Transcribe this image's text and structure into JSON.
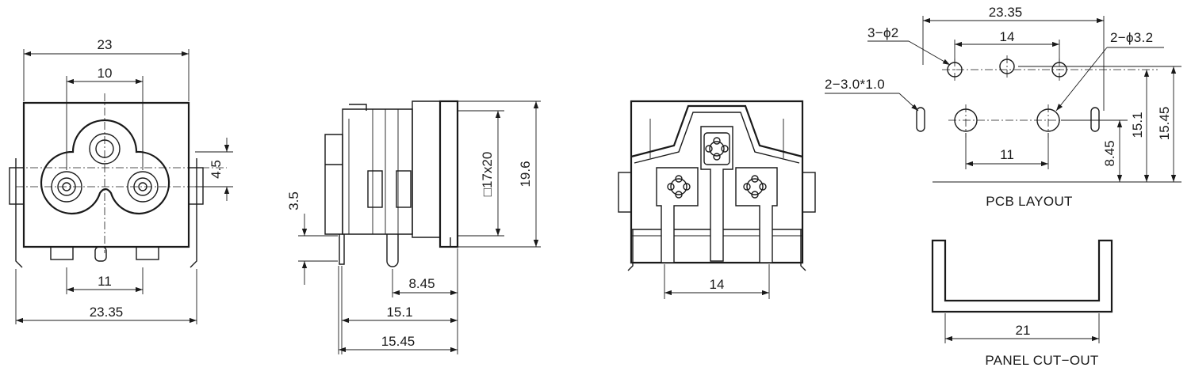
{
  "front_view": {
    "dim_overall_width": "23",
    "dim_top_spacing": "10",
    "dim_vertical_offset": "4.5",
    "dim_pin_spacing": "11",
    "dim_pin_outer": "23.35"
  },
  "side_view": {
    "dim_pin_height": "3.5",
    "dim_window": "□17x20",
    "dim_height": "19.6",
    "dim_pin_to_face": "8.45",
    "dim_pin_depth": "15.1",
    "dim_overall_depth": "15.45"
  },
  "rear_view": {
    "dim_pin_spacing": "14"
  },
  "pcb_layout": {
    "title": "PCB LAYOUT",
    "dim_outer_width": "23.35",
    "dim_top_holes": "14",
    "label_small_holes": "3−ϕ2",
    "label_large_holes": "2−ϕ3.2",
    "label_slots": "2−3.0*1.0",
    "dim_large_spacing": "11",
    "dim_row_offset": "8.45",
    "dim_row_height": "15.1",
    "dim_total_height": "15.45"
  },
  "panel_cutout": {
    "title": "PANEL CUT−OUT",
    "dim_width": "21"
  }
}
